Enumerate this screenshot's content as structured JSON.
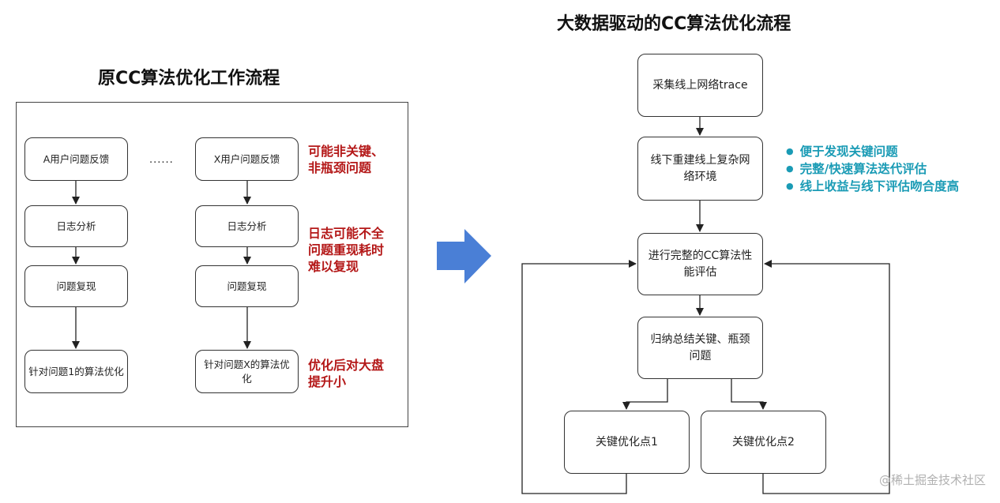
{
  "left": {
    "title": "原CC算法优化工作流程",
    "ellipsis": "......",
    "column_a": [
      "A用户问题反馈",
      "日志分析",
      "问题复现",
      "针对问题1的算法优化"
    ],
    "column_x": [
      "X用户问题反馈",
      "日志分析",
      "问题复现",
      "针对问题X的算法优化"
    ],
    "notes": [
      [
        "可能非关键、",
        "非瓶颈问题"
      ],
      [
        "日志可能不全",
        "问题重现耗时",
        "难以复现"
      ],
      [
        "优化后对大盘",
        "提升小"
      ]
    ]
  },
  "arrow_color": "#4a7fd6",
  "right": {
    "title": "大数据驱动的CC算法优化流程",
    "nodes": {
      "collect": "采集线上网络trace",
      "rebuild": "线下重建线上复杂网络环境",
      "evaluate": "进行完整的CC算法性能评估",
      "summarize": "归纳总结关键、瓶颈问题",
      "point1": "关键优化点1",
      "point2": "关键优化点2"
    },
    "benefits": [
      "便于发现关键问题",
      "完整/快速算法迭代评估",
      "线上收益与线下评估吻合度高"
    ]
  },
  "colors": {
    "note": "#b41818",
    "benefit": "#1a9bb5",
    "big_arrow": "#4a7fd6"
  },
  "watermark": "@稀土掘金技术社区"
}
